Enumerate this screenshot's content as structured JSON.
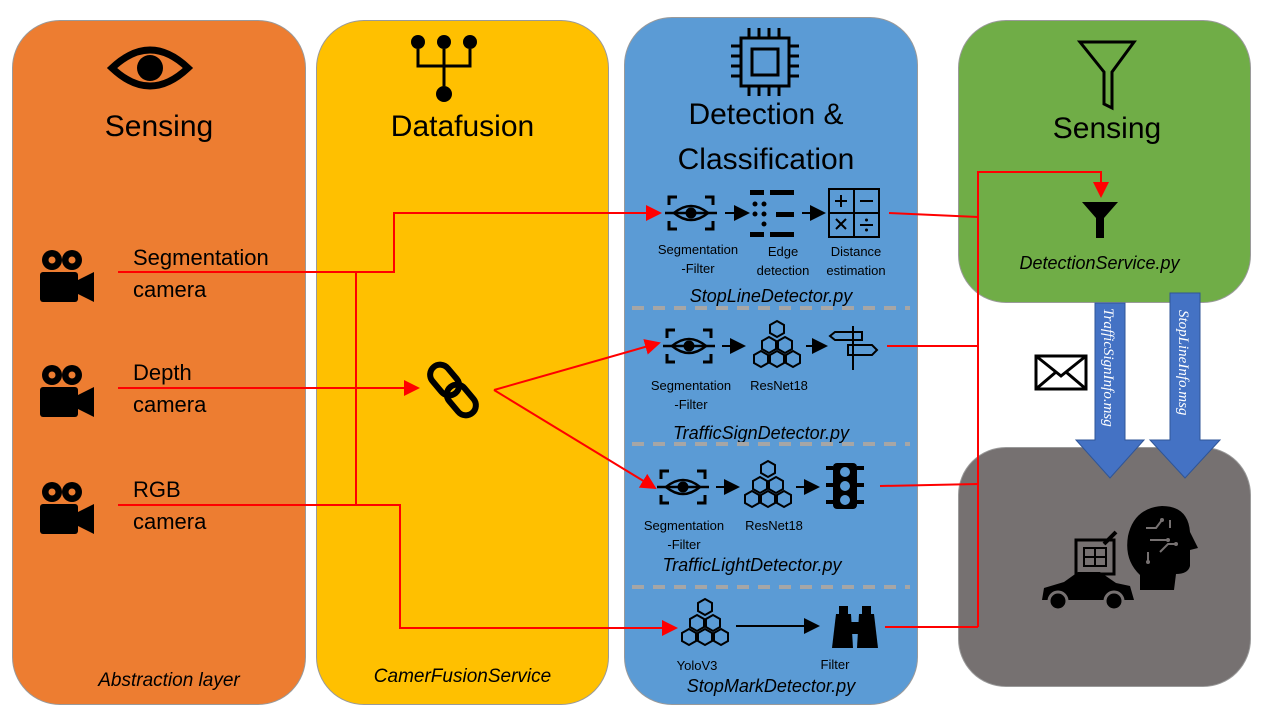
{
  "panels": {
    "sensing_left": {
      "title": "Sensing",
      "footer": "Abstraction layer"
    },
    "datafusion": {
      "title": "Datafusion",
      "footer": "CamerFusionService"
    },
    "detection": {
      "title_line1": "Detection &",
      "title_line2": "Classification"
    },
    "sensing_right": {
      "title": "Sensing",
      "service": "DetectionService.py"
    }
  },
  "cameras": [
    {
      "line1": "Segmentation",
      "line2": "camera"
    },
    {
      "line1": "Depth",
      "line2": "camera"
    },
    {
      "line1": "RGB",
      "line2": "camera"
    }
  ],
  "detectors": {
    "stopline": {
      "name": "StopLineDetector.py",
      "steps": [
        "Segmentation\n-Filter",
        "Edge\ndetection",
        "Distance\nestimation"
      ]
    },
    "trafficsign": {
      "name": "TrafficSignDetector.py",
      "steps": [
        "Segmentation\n-Filter",
        "ResNet18"
      ]
    },
    "trafficlight": {
      "name": "TrafficLightDetector.py",
      "steps": [
        "Segmentation\n-Filter",
        "ResNet18"
      ]
    },
    "stopmark": {
      "name": "StopMarkDetector.py",
      "steps": [
        "YoloV3",
        "Filter"
      ]
    }
  },
  "messages": [
    "TrafficSignInfo.msg",
    "StopLineInfo.msg"
  ],
  "icons": [
    "eye-icon",
    "fusion-tree-icon",
    "chip-icon",
    "funnel-icon",
    "film-camera-icon",
    "chain-link-icon",
    "segmentation-eye-icon",
    "edge-icon",
    "calculator-icon",
    "cubes-icon",
    "signpost-icon",
    "traffic-light-icon",
    "binoculars-icon",
    "envelope-icon",
    "car-icon",
    "ai-head-icon"
  ],
  "colors": {
    "orange": "#ED7D31",
    "yellow": "#FFC000",
    "blue": "#5B9BD5",
    "green": "#70AD47",
    "gray": "#767171",
    "arrow": "#4472C4",
    "line": "#FF0000",
    "divider": "#A6A6A6"
  }
}
